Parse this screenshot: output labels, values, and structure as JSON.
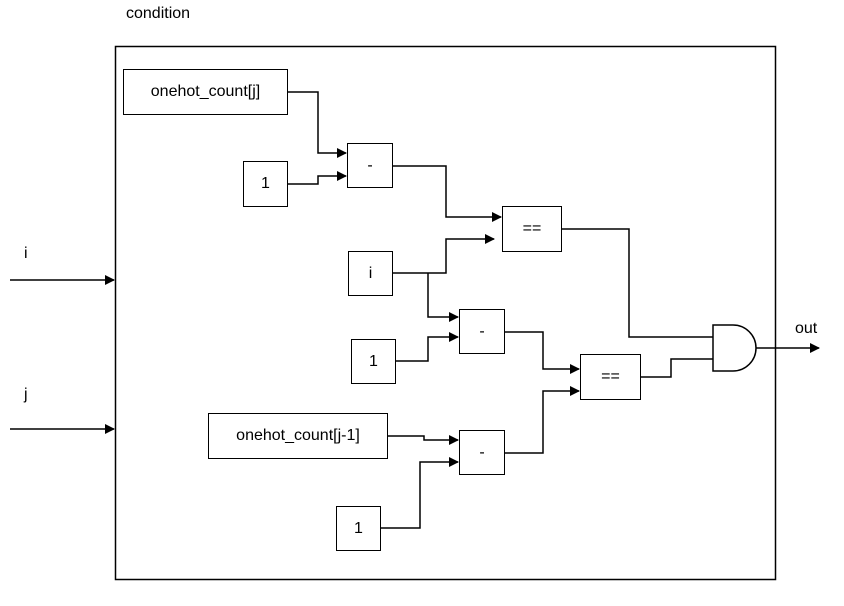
{
  "diagram": {
    "title": "condition",
    "inputs": {
      "i": "i",
      "j": "j"
    },
    "output": "out",
    "blocks": {
      "onehot_j": "onehot_count[j]",
      "const1_a": "1",
      "sub_a": "-",
      "eq_a": "==",
      "i_box": "i",
      "sub_b": "-",
      "const1_b": "1",
      "eq_b": "==",
      "onehot_j1": "onehot_count[j-1]",
      "sub_c": "-",
      "const1_c": "1"
    },
    "and_gate": "AND"
  }
}
